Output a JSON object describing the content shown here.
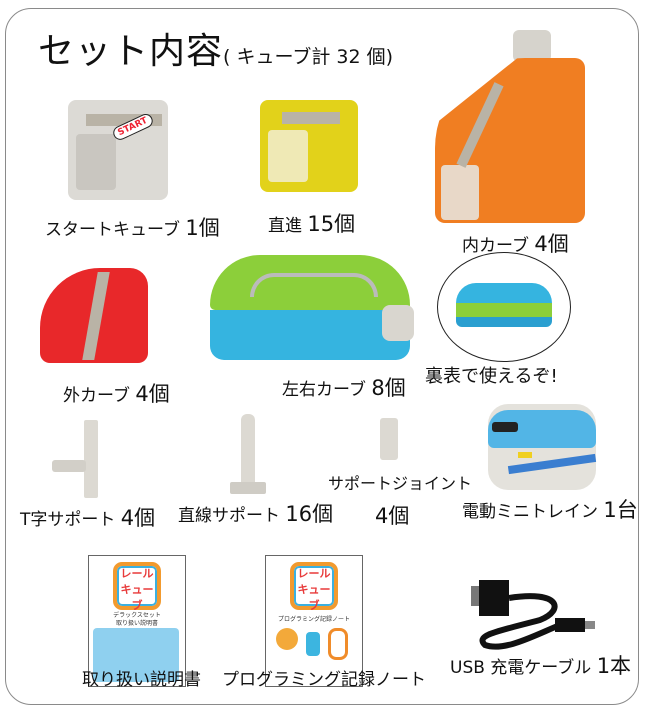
{
  "title": "セット内容",
  "subtitle": "( キューブ計 32 個)",
  "items": [
    {
      "name": "スタートキューブ",
      "count": "1個",
      "sticker": "START"
    },
    {
      "name": "直進",
      "count": "15個"
    },
    {
      "name": "内カーブ",
      "count": "4個"
    },
    {
      "name": "外カーブ",
      "count": "4個"
    },
    {
      "name": "左右カーブ",
      "count": "8個"
    },
    {
      "name": "T字サポート",
      "count": "4個"
    },
    {
      "name": "直線サポート",
      "count": "16個"
    },
    {
      "name": "サポートジョイント",
      "count": "4個"
    },
    {
      "name": "電動ミニトレイン",
      "count": "1台"
    },
    {
      "name": "取り扱い説明書"
    },
    {
      "name": "プログラミング記録ノート"
    },
    {
      "name": "USB 充電ケーブル",
      "count": "1本"
    }
  ],
  "callout": "裏表で使えるぞ!",
  "manual": {
    "logo": "レール キューブ",
    "line1": "デラックスセット",
    "line2": "取り扱い説明書"
  },
  "notebook": {
    "logo": "レール キューブ",
    "line1": "プログラミング記録ノート"
  }
}
